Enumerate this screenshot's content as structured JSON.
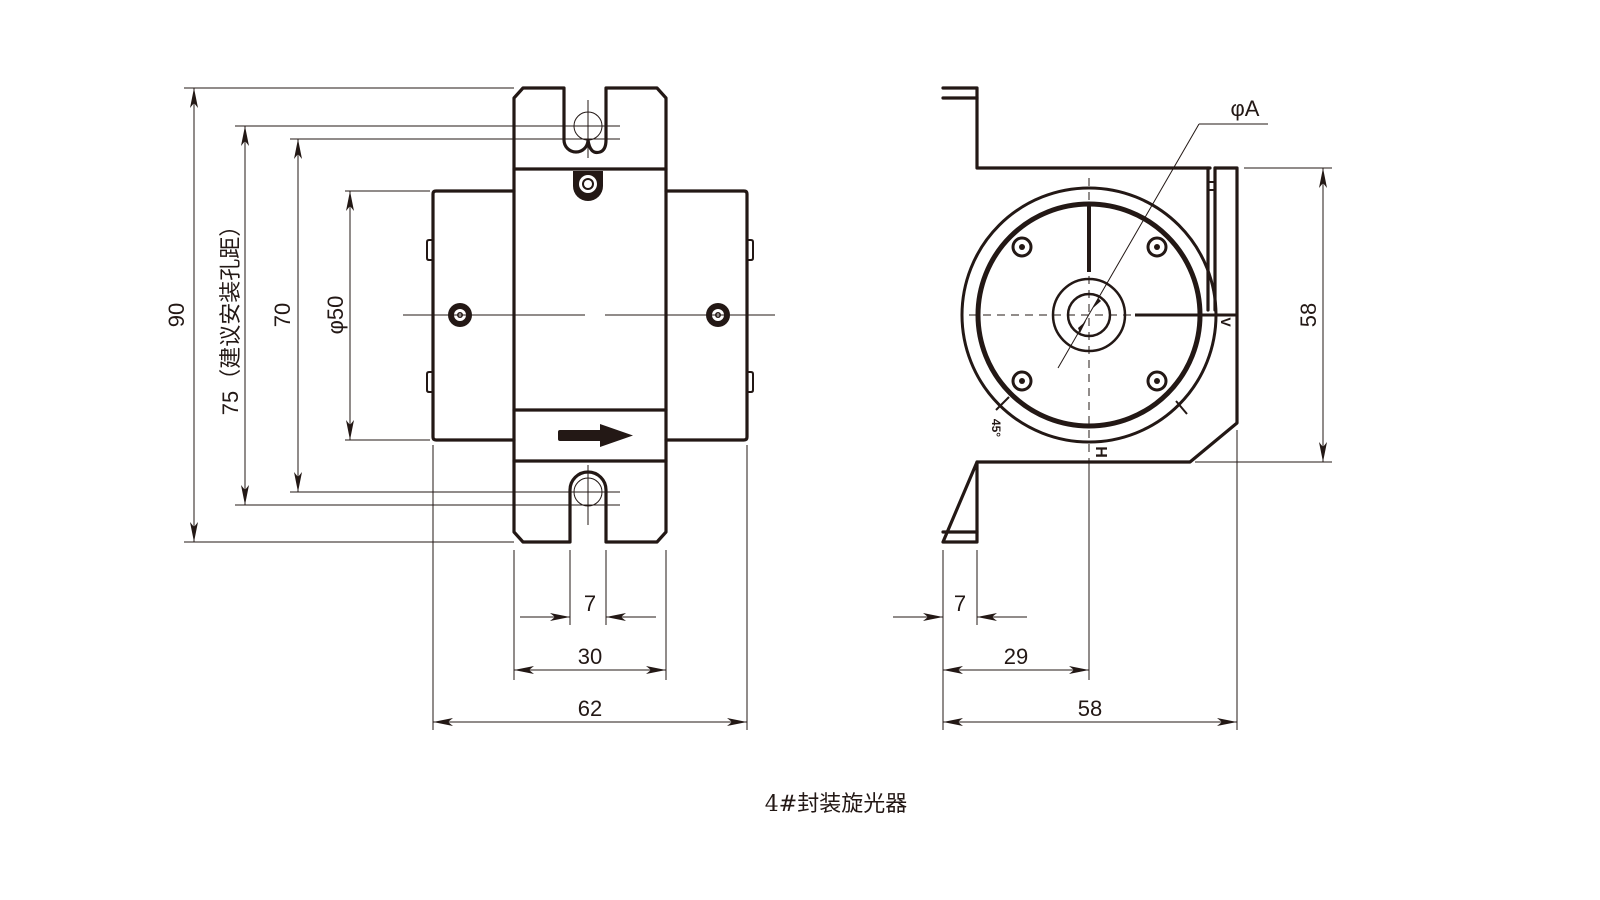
{
  "caption": "4#封装旋光器",
  "side_view": {
    "dimensions": {
      "overall_height": "90",
      "mount_hole_pitch": "75（建议安装孔距）",
      "inner_height": "70",
      "body_diameter": "φ50",
      "slot_width": "7",
      "flange_width": "30",
      "overall_width": "62"
    }
  },
  "front_view": {
    "dimensions": {
      "aperture": "φA",
      "body_height": "58",
      "flange_thickness": "7",
      "center_offset": "29",
      "overall_width": "58"
    },
    "marks": {
      "horizontal": "H",
      "vertical": "V",
      "angle": "45°"
    }
  },
  "colors": {
    "line": "#231815",
    "background": "#ffffff"
  }
}
